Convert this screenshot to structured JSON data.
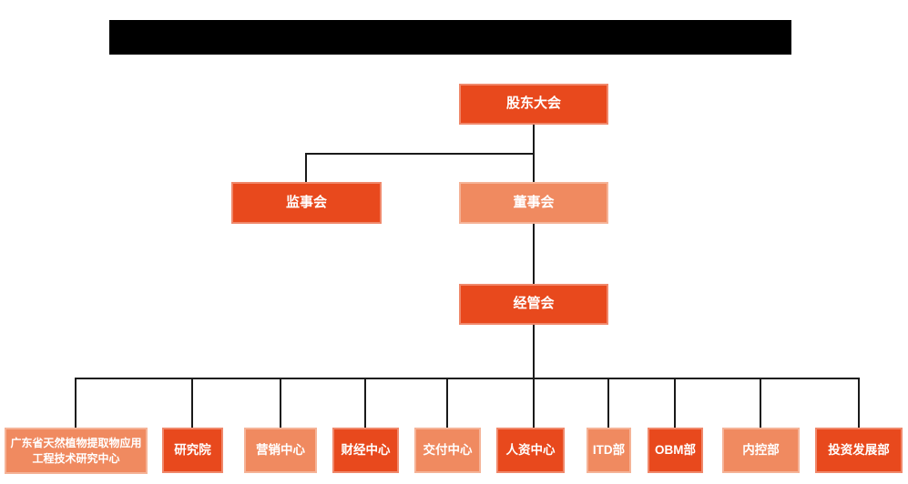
{
  "page": {
    "redacted_title_bar": true
  },
  "org_chart": {
    "type": "organization-hierarchy",
    "colors": {
      "node_dark": "#e8491d",
      "node_light": "#f08a60",
      "connector_line": "#1a1a1a",
      "node_text": "#ffffff",
      "redaction": "#000000"
    },
    "nodes": [
      {
        "id": "shareholders-meeting",
        "label": "股东大会",
        "variant": "dark",
        "parent": null
      },
      {
        "id": "supervisory-board",
        "label": "监事会",
        "variant": "dark",
        "parent": "股东大会"
      },
      {
        "id": "board-of-directors",
        "label": "董事会",
        "variant": "light",
        "parent": "股东大会"
      },
      {
        "id": "management-committee",
        "label": "经管会",
        "variant": "dark",
        "parent": "董事会"
      },
      {
        "id": "gd-research-center",
        "label": "广东省天然植物提取物应用工程技术研究中心",
        "variant": "light",
        "parent": "经管会"
      },
      {
        "id": "research-institute",
        "label": "研究院",
        "variant": "dark",
        "parent": "经管会"
      },
      {
        "id": "marketing-center",
        "label": "营销中心",
        "variant": "light",
        "parent": "经管会"
      },
      {
        "id": "finance-center",
        "label": "财经中心",
        "variant": "dark",
        "parent": "经管会"
      },
      {
        "id": "delivery-center",
        "label": "交付中心",
        "variant": "light",
        "parent": "经管会"
      },
      {
        "id": "hr-center",
        "label": "人资中心",
        "variant": "dark",
        "parent": "经管会"
      },
      {
        "id": "itd-department",
        "label": "ITD部",
        "variant": "light",
        "parent": "经管会"
      },
      {
        "id": "obm-department",
        "label": "OBM部",
        "variant": "dark",
        "parent": "经管会"
      },
      {
        "id": "internal-control",
        "label": "内控部",
        "variant": "light",
        "parent": "经管会"
      },
      {
        "id": "investment-dev",
        "label": "投资发展部",
        "variant": "dark",
        "parent": "经管会"
      }
    ]
  }
}
